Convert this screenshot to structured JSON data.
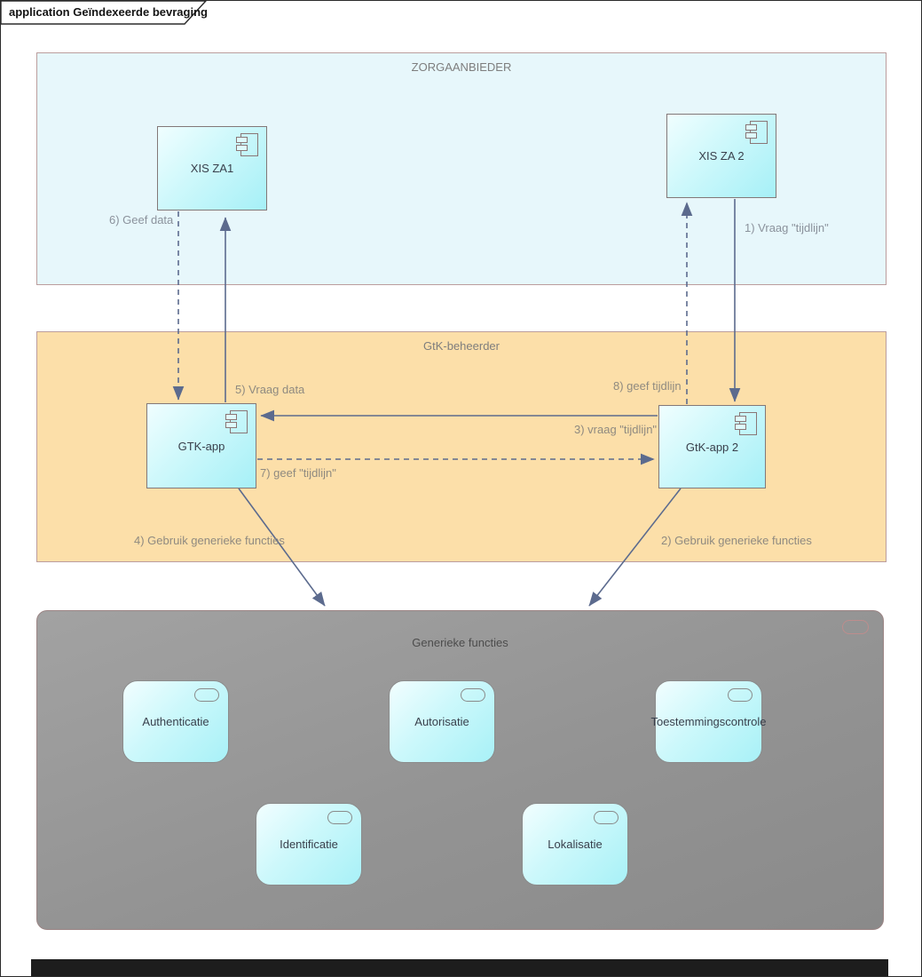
{
  "title": "application Geïndexeerde bevraging",
  "zones": {
    "zorgaanbieder": {
      "label": "ZORGAANBIEDER"
    },
    "gtk_beheerder": {
      "label": "GtK-beheerder"
    },
    "generieke_functies": {
      "label": "Generieke functies"
    }
  },
  "components": {
    "xis_za1": {
      "label": "XIS ZA1"
    },
    "xis_za2": {
      "label": "XIS ZA 2"
    },
    "gtk_app": {
      "label": "GTK-app"
    },
    "gtk_app2": {
      "label": "GtK-app 2"
    }
  },
  "functions": {
    "authenticatie": {
      "label": "Authenticatie"
    },
    "autorisatie": {
      "label": "Autorisatie"
    },
    "toestemmingscontrole": {
      "label": "Toestemmingscontrole"
    },
    "identificatie": {
      "label": "Identificatie"
    },
    "lokalisatie": {
      "label": "Lokalisatie"
    }
  },
  "flows": {
    "f1": {
      "label": "1) Vraag \"tijdlijn\"",
      "style": "solid",
      "from": "XIS ZA 2",
      "to": "GtK-app 2"
    },
    "f2": {
      "label": "2) Gebruik generieke functies",
      "style": "solid",
      "from": "GtK-app 2",
      "to": "Generieke functies"
    },
    "f3": {
      "label": "3) vraag \"tijdlijn\"",
      "style": "solid",
      "from": "GtK-app 2",
      "to": "GTK-app"
    },
    "f4": {
      "label": "4) Gebruik generieke functies",
      "style": "solid",
      "from": "GTK-app",
      "to": "Generieke functies"
    },
    "f5": {
      "label": "5) Vraag data",
      "style": "solid",
      "from": "GTK-app",
      "to": "XIS ZA1"
    },
    "f6": {
      "label": "6) Geef data",
      "style": "dashed",
      "from": "XIS ZA1",
      "to": "GTK-app"
    },
    "f7": {
      "label": "7) geef \"tijdlijn\"",
      "style": "dashed",
      "from": "GTK-app",
      "to": "GtK-app 2"
    },
    "f8": {
      "label": "8) geef tijdlijn",
      "style": "dashed",
      "from": "GtK-app 2",
      "to": "XIS ZA 2"
    }
  },
  "colors": {
    "component_fill": "#a8f1f7",
    "zone_zorgaanbieder_fill": "#e7f7fb",
    "zone_gtk_fill": "#fcdfa9",
    "zone_generiek_fill": "#939393",
    "connector": "#5c6b8e",
    "zone_border": "#bb9d9d"
  }
}
